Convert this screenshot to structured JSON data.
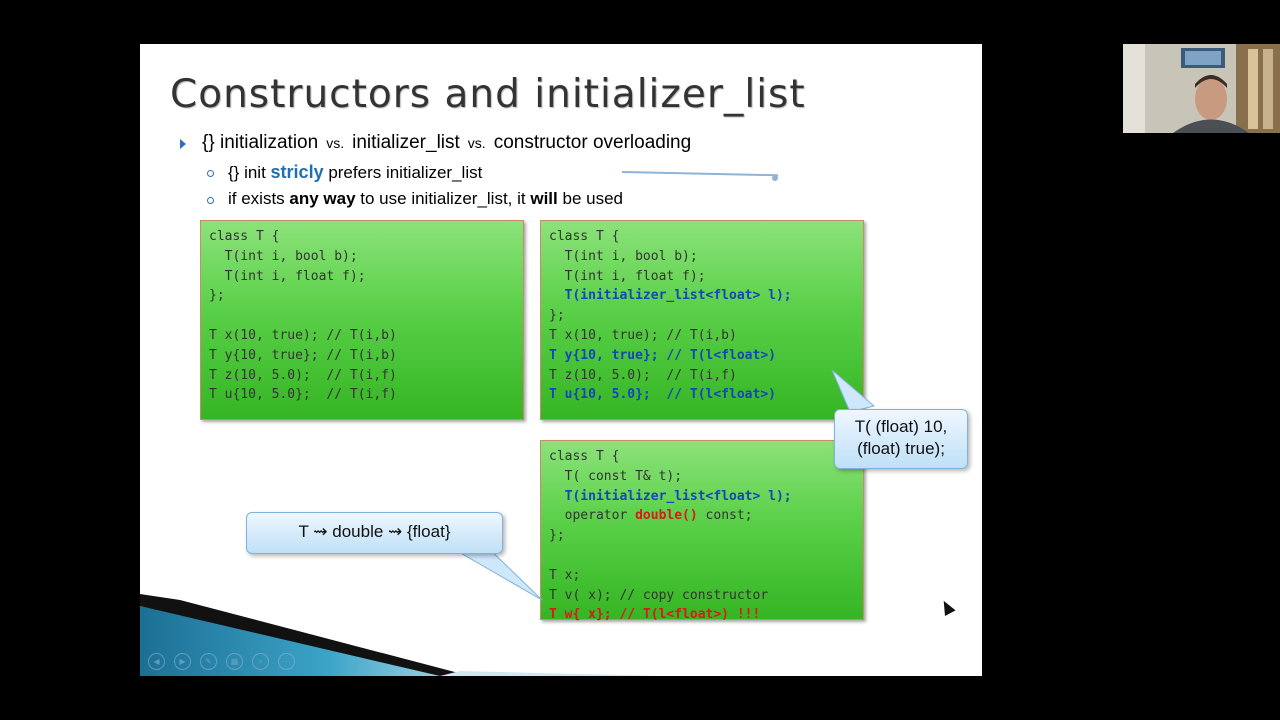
{
  "slide": {
    "title": "Constructors and initializer_list",
    "bullet1": {
      "a": "{} initialization",
      "vs1": "vs.",
      "b": "initializer_list",
      "vs2": "vs.",
      "c": "constructor overloading"
    },
    "sub1": {
      "pre": "{} init ",
      "emph": "stricly",
      "post": " prefers initializer_list"
    },
    "sub2": {
      "pre": "if exists ",
      "emph1": "any way",
      "mid": " to use initializer_list, it ",
      "emph2": "will",
      "post": " be used"
    }
  },
  "code_boxes": {
    "box1": [
      "class T {",
      "  T(int i, bool b);",
      "  T(int i, float f);",
      "};",
      "",
      "T x(10, true); // T(i,b)",
      "T y{10, true}; // T(i,b)",
      "T z(10, 5.0);  // T(i,f)",
      "T u{10, 5.0};  // T(i,f)"
    ],
    "box2": [
      {
        "t": "class T {",
        "c": ""
      },
      {
        "t": "  T(int i, bool b);",
        "c": ""
      },
      {
        "t": "  T(int i, float f);",
        "c": ""
      },
      {
        "t": "  T(initializer_list<float> l);",
        "c": "blue"
      },
      {
        "t": "};",
        "c": ""
      },
      {
        "t": "T x(10, true); // T(i,b)",
        "c": ""
      },
      {
        "t": "T y{10, true}; // T(l<float>)",
        "c": "blue"
      },
      {
        "t": "T z(10, 5.0);  // T(i,f)",
        "c": ""
      },
      {
        "t": "T u{10, 5.0};  // T(l<float>)",
        "c": "blue"
      }
    ],
    "box3": {
      "l1": "class T {",
      "l2": "  T( const T& t);",
      "l3": "  T(initializer_list<float> l);",
      "l4a": "  operator ",
      "l4b": "double()",
      "l4c": " const;",
      "l5": "};",
      "l6": "",
      "l7": "T x;",
      "l8": "T v( x); // copy constructor",
      "l9": "T w{ x}; // T(l<float>) !!!"
    }
  },
  "callouts": {
    "right": {
      "line1": "T( (float) 10,",
      "line2": "(float) true);"
    },
    "left": "T ⇝ double ⇝ {float}"
  },
  "nav_icons": [
    "prev-icon",
    "next-icon",
    "pen-icon",
    "slides-icon",
    "zoom-icon",
    "more-icon"
  ],
  "colors": {
    "accent_blue": "#1346b8",
    "error_red": "#d81a1a",
    "code_green": "#5ad048"
  }
}
